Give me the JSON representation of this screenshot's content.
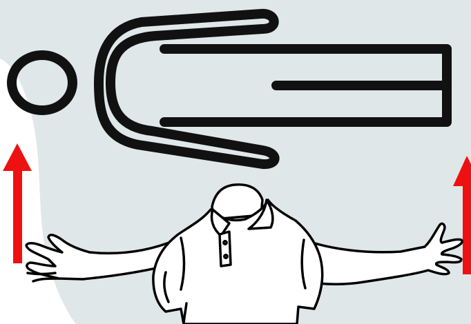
{
  "figure": {
    "colors": {
      "background_panel": "#dfe7e8",
      "page": "#ffffff",
      "pictogram_stroke": "#111111",
      "arrow": "#ee1111",
      "figure_outline": "#000000",
      "figure_fill": "#ffffff"
    },
    "icons": {
      "pictogram": "person-lying-down-icon",
      "left_arrow": "arrow-up-icon",
      "right_arrow": "arrow-up-icon",
      "figure": "person-arms-outstretched"
    },
    "arrows": [
      {
        "id": "left",
        "direction": "up"
      },
      {
        "id": "right",
        "direction": "up"
      }
    ]
  }
}
